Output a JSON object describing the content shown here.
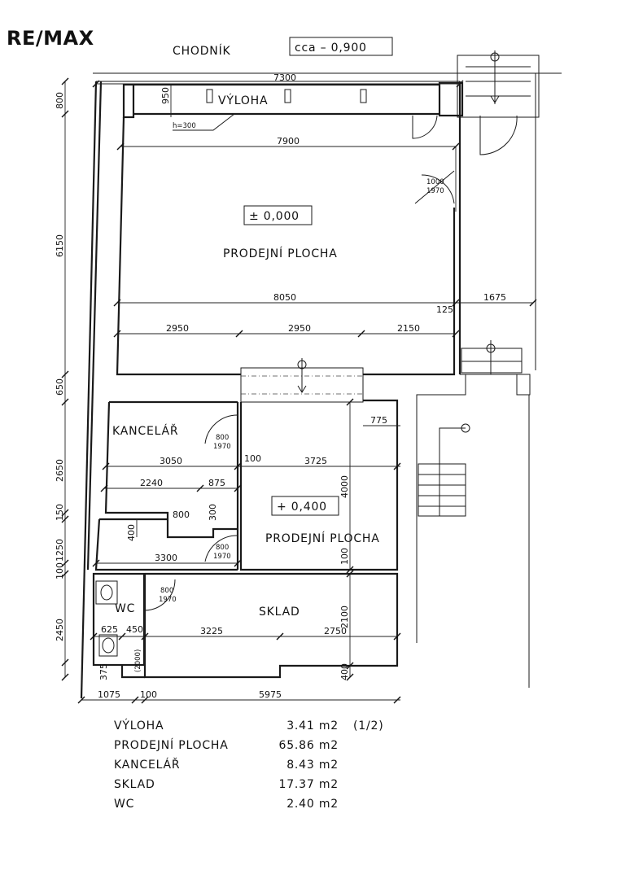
{
  "logo": "RE/MAX",
  "street": "CHODNÍK",
  "street_level": "cca – 0,900",
  "rooms": {
    "vyloha": "VÝLOHA",
    "prodejni_upper": "PRODEJNÍ PLOCHA",
    "prodejni_lower": "PRODEJNÍ PLOCHA",
    "kancelar": "KANCELÁŘ",
    "wc": "WC",
    "sklad": "SKLAD"
  },
  "levels": {
    "upper": "± 0,000",
    "lower": "+ 0,400"
  },
  "h300": "h=300",
  "doors": [
    {
      "w": "1000",
      "h": "1970"
    },
    {
      "w": "800",
      "h": "1970"
    },
    {
      "w": "800",
      "h": "1970"
    },
    {
      "w": "800",
      "h": "1970"
    }
  ],
  "dims": {
    "d7300": "7300",
    "d950": "950",
    "d800_left": "800",
    "d7900": "7900",
    "d6150": "6150",
    "d8050": "8050",
    "d1675": "1675",
    "d125": "125",
    "d2950a": "2950",
    "d2950b": "2950",
    "d2150": "2150",
    "d650": "650",
    "d775": "775",
    "d2650": "2650",
    "d3050": "3050",
    "d100a": "100",
    "d3725": "3725",
    "d4000": "4000",
    "d2240": "2240",
    "d875": "875",
    "d150": "150",
    "d800_k": "800",
    "d300": "300",
    "d400_k": "400",
    "d1250": "1250",
    "d3300": "3300",
    "d100_v": "100",
    "d100_l": "100",
    "d2450": "2450",
    "d625": "625",
    "d450": "450",
    "d3225": "3225",
    "d2750": "2750",
    "d2100": "2100",
    "d2000": "(2000)",
    "d375": "375",
    "d400_b": "400",
    "d1075": "1075",
    "d100_b": "100",
    "d5975": "5975"
  },
  "areas": [
    {
      "name": "VÝLOHA",
      "value": "3.41 m2",
      "note": "(1/2)"
    },
    {
      "name": "PRODEJNÍ PLOCHA",
      "value": "65.86 m2",
      "note": ""
    },
    {
      "name": "KANCELÁŘ",
      "value": "8.43 m2",
      "note": ""
    },
    {
      "name": "SKLAD",
      "value": "17.37 m2",
      "note": ""
    },
    {
      "name": "WC",
      "value": "2.40 m2",
      "note": ""
    }
  ]
}
